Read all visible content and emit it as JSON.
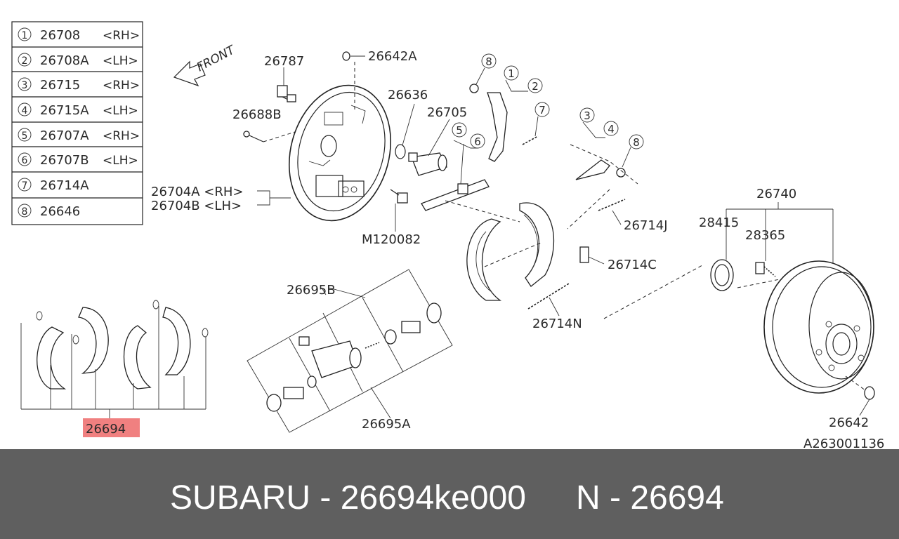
{
  "legend": [
    {
      "num": "1",
      "part": "26708",
      "side": "<RH>"
    },
    {
      "num": "2",
      "part": "26708A",
      "side": "<LH>"
    },
    {
      "num": "3",
      "part": "26715",
      "side": "<RH>"
    },
    {
      "num": "4",
      "part": "26715A",
      "side": "<LH>"
    },
    {
      "num": "5",
      "part": "26707A",
      "side": "<RH>"
    },
    {
      "num": "6",
      "part": "26707B",
      "side": "<LH>"
    },
    {
      "num": "7",
      "part": "26714A",
      "side": ""
    },
    {
      "num": "8",
      "part": "26646",
      "side": ""
    }
  ],
  "front_label": "FRONT",
  "labels": {
    "l26787": "26787",
    "l26642A": "26642A",
    "l26636": "26636",
    "l26705": "26705",
    "l26688B": "26688B",
    "l26704A": "26704A <RH>",
    "l26704B": "26704B <LH>",
    "lM120082": "M120082",
    "l26714J": "26714J",
    "l26740": "26740",
    "l28415": "28415",
    "l28365": "28365",
    "l26714C": "26714C",
    "l26695B": "26695B",
    "l26714N": "26714N",
    "l26694": "26694",
    "l26695A": "26695A",
    "l26642": "26642",
    "code": "A263001136"
  },
  "callouts": {
    "c1": "1",
    "c2": "2",
    "c3": "3",
    "c4": "4",
    "c5": "5",
    "c6": "6",
    "c7": "7",
    "c8a": "8",
    "c8b": "8"
  },
  "highlight_color": "#f08080",
  "footer": {
    "left": "SUBARU - 26694ke000",
    "right": "N - 26694"
  }
}
